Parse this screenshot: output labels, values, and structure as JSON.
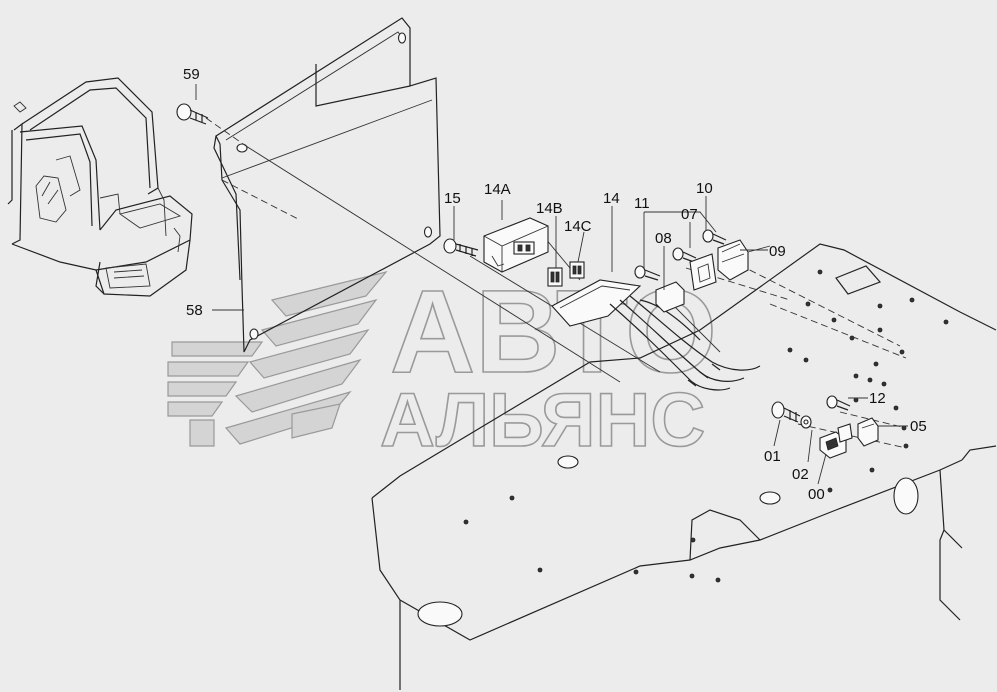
{
  "watermark": {
    "line1": "АВТО",
    "line2": "АЛЬЯНС"
  },
  "callouts": {
    "c59": "59",
    "c58": "58",
    "c15": "15",
    "c14a": "14A",
    "c14b": "14B",
    "c14c": "14C",
    "c14": "14",
    "c11": "11",
    "c10": "10",
    "c07": "07",
    "c08": "08",
    "c09": "09",
    "c12": "12",
    "c05": "05",
    "c01": "01",
    "c02": "02",
    "c00": "00"
  }
}
